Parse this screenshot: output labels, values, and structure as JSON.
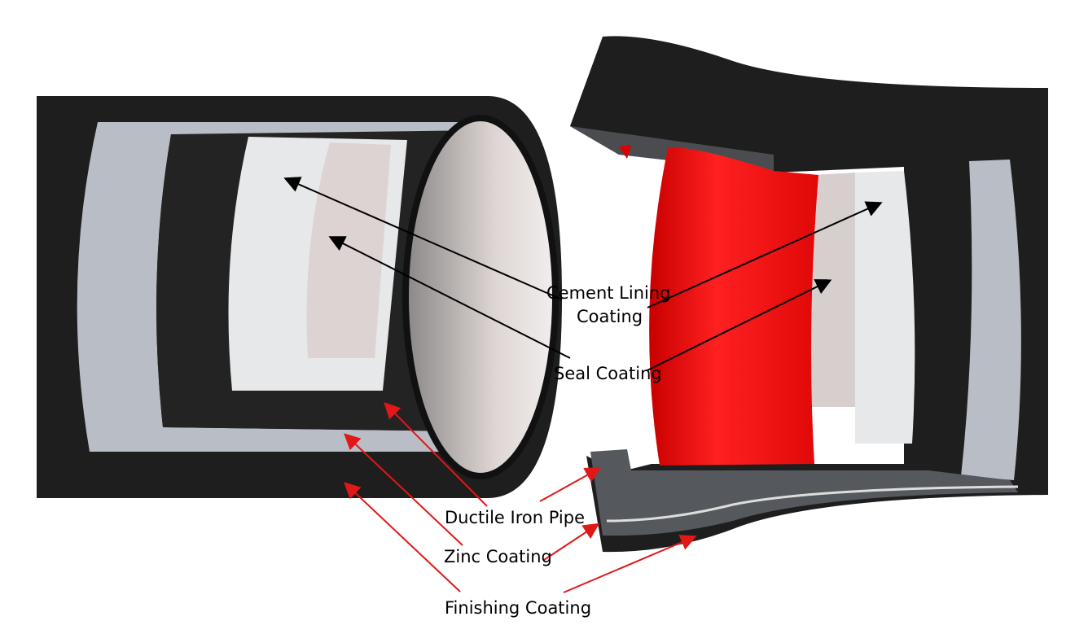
{
  "labels": {
    "cement_lining_line1": "Cement Lining",
    "cement_lining_line2": "Coating",
    "seal_coating": "Seal Coating",
    "ductile_iron_pipe": "Ductile Iron Pipe",
    "zinc_coating": "Zinc Coating",
    "finishing_coating": "Finishing Coating"
  },
  "colors": {
    "pipe_black": "#1e1e1e",
    "zinc_gray": "#b9bec6",
    "cement_white": "#e6e8ea",
    "seal_pink": "#ddd3d2",
    "gasket_red": "#f01010",
    "arrow_black": "#000000",
    "arrow_red": "#e01818"
  }
}
